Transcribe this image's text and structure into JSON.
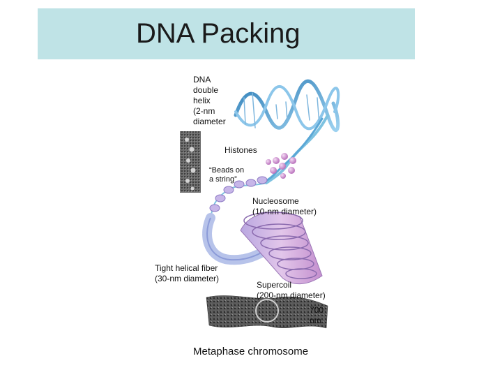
{
  "title": "DNA Packing",
  "labels": {
    "dna_helix": "DNA\ndouble\nhelix\n(2-nm\ndiameter",
    "histones": "Histones",
    "beads": "“Beads on\na string”",
    "nucleosome": "Nucleosome\n(10-nm diameter)",
    "tight_fiber": "Tight helical fiber\n(30-nm diameter)",
    "supercoil": "Supercoil\n(200-nm diameter)",
    "seven_hundred": "700\nnm",
    "metaphase": "Metaphase chromosome"
  },
  "colors": {
    "title_bar": "#bfe3e6",
    "helix": "#5aa7d6",
    "histone": "#d79bd8",
    "fiber": "#b7c3ea",
    "supercoil": "#c9a0d6",
    "micrograph": "#555555"
  }
}
